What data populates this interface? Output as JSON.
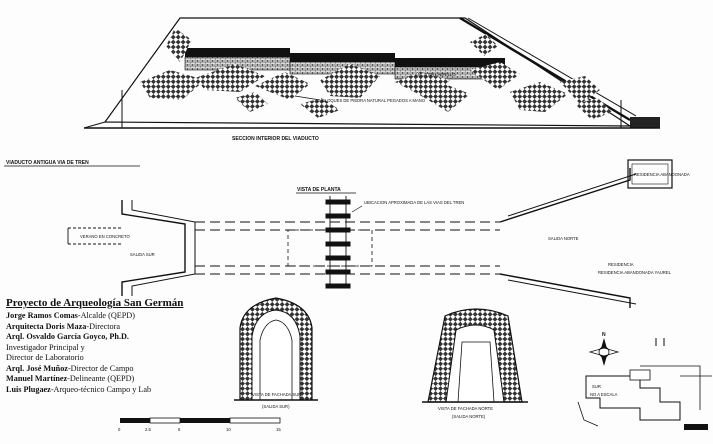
{
  "section": {
    "title": "SECCION INTERIOR DEL VIADUCTO",
    "arch_labels": [
      "ARCO EN LADRILLO",
      "ARCO EN LADRILLO",
      "ARCO EN LADRILLO",
      "ARCO EN LADRILLO"
    ],
    "stone_note": "BLOQUES DE PIEDRA NATURAL PEGADOS A MANO"
  },
  "plan": {
    "viaduct_label": "VIADUCTO ANTIGUA VIA DE TREN",
    "view_title": "VISTA DE PLANTA",
    "rail_note": "UBICACION APROXIMADA DE LAS VIAS DEL TREN",
    "concrete_label": "VERANO EN CONCRETO",
    "south_exit": "SALIDA SUR",
    "north_exit": "SALIDA NORTE",
    "residence": "RESIDENCIA",
    "residence_note": "RESIDENCIA ABANDONADA YAUREL",
    "corner_box": "RESIDENCIA ABANDONADA"
  },
  "credits": {
    "project": "Proyecto de Arqueología San Germán",
    "people": [
      {
        "name": "Jorge Ramos Comas",
        "role": "-Alcalde (QEPD)"
      },
      {
        "name": "Arquitecta Doris Maza",
        "role": "-Directora"
      },
      {
        "name": "Arql. Osvaldo García Goyco, Ph.D.",
        "role": ""
      },
      {
        "name": "",
        "role": "Investigador Principal y"
      },
      {
        "name": "",
        "role": "Director de Laboratorio"
      },
      {
        "name": "Arql. José Muñoz",
        "role": "-Director de Campo"
      },
      {
        "name": "Manuel Martínez",
        "role": "-Delineante (QEPD)"
      },
      {
        "name": "Luis Plugaez",
        "role": "-Arqueo-técnico Campo y Lab"
      }
    ]
  },
  "scale_bar": {
    "ticks": [
      "0",
      "2.5",
      "5",
      "10",
      "15"
    ]
  },
  "facades": {
    "south": {
      "title": "VISTA DE FACHADA SUR",
      "sub": "(SALIDA SUR)"
    },
    "north": {
      "title": "VISTA DE FACHADA NORTE",
      "sub": "(SALIDA NORTE)"
    }
  },
  "location": {
    "north_mark": "N",
    "map_labels": [
      "SUR",
      "NO A ESCALA"
    ]
  }
}
